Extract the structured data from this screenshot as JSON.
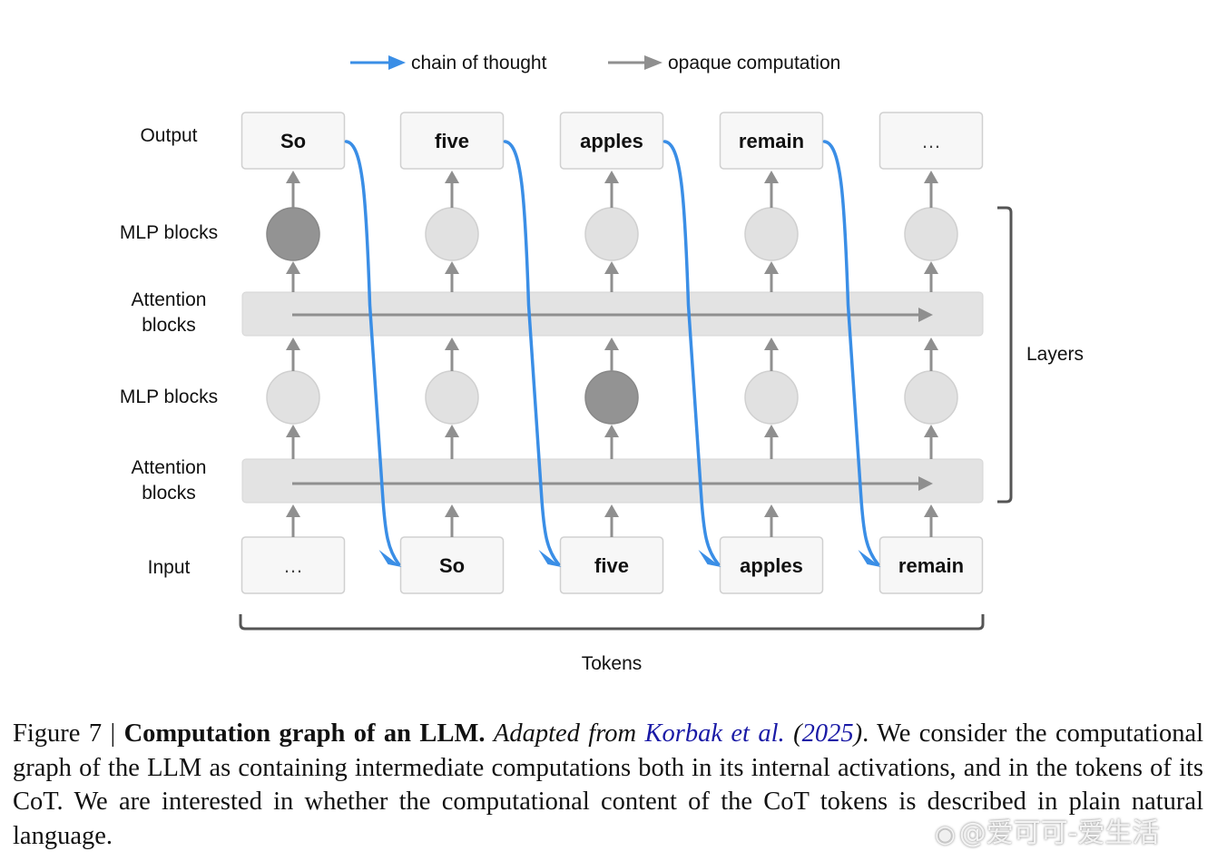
{
  "legend": {
    "chain_of_thought": {
      "label": "chain of thought",
      "color": "#3a8ee6"
    },
    "opaque_computation": {
      "label": "opaque computation",
      "color": "#8f8f8f"
    }
  },
  "row_labels": {
    "output": "Output",
    "mlp_top": "MLP blocks",
    "attention_top": [
      "Attention",
      "blocks"
    ],
    "mlp_bottom": "MLP blocks",
    "attention_bottom": [
      "Attention",
      "blocks"
    ],
    "input": "Input"
  },
  "columns": [
    {
      "output": "So",
      "input": "…",
      "mlp_top_active": true,
      "mlp_bottom_active": false
    },
    {
      "output": "five",
      "input": "So",
      "mlp_top_active": false,
      "mlp_bottom_active": false
    },
    {
      "output": "apples",
      "input": "five",
      "mlp_top_active": false,
      "mlp_bottom_active": true
    },
    {
      "output": "remain",
      "input": "apples",
      "mlp_top_active": false,
      "mlp_bottom_active": false
    },
    {
      "output": "…",
      "input": "remain",
      "mlp_top_active": false,
      "mlp_bottom_active": false
    }
  ],
  "cot_edges": [
    {
      "from_output": 0,
      "to_input": 1
    },
    {
      "from_output": 1,
      "to_input": 2
    },
    {
      "from_output": 2,
      "to_input": 3
    },
    {
      "from_output": 3,
      "to_input": 4
    }
  ],
  "brackets": {
    "layers": "Layers",
    "tokens": "Tokens"
  },
  "colors": {
    "cot": "#3a8ee6",
    "opaque": "#8f8f8f",
    "node_inactive": "#e1e1e1",
    "node_active": "#939393",
    "token_box": "#f7f7f7",
    "attention_band": "#e3e3e3",
    "bracket": "#555555",
    "citation": "#1a1aa6"
  },
  "caption": {
    "figure_label": "Figure 7 | ",
    "title": "Computation graph of an LLM.",
    "adapted_prefix": "Adapted from ",
    "citation_authors": "Korbak et al.",
    "citation_year": "2025",
    "body": ". We consider the computational graph of the LLM as containing intermediate computations both in its internal activations, and in the tokens of its CoT. We are interested in whether the computational content of the CoT tokens is described in plain natural language."
  },
  "watermark": {
    "icon": "weibo-icon",
    "text": "@爱可可-爱生活"
  }
}
